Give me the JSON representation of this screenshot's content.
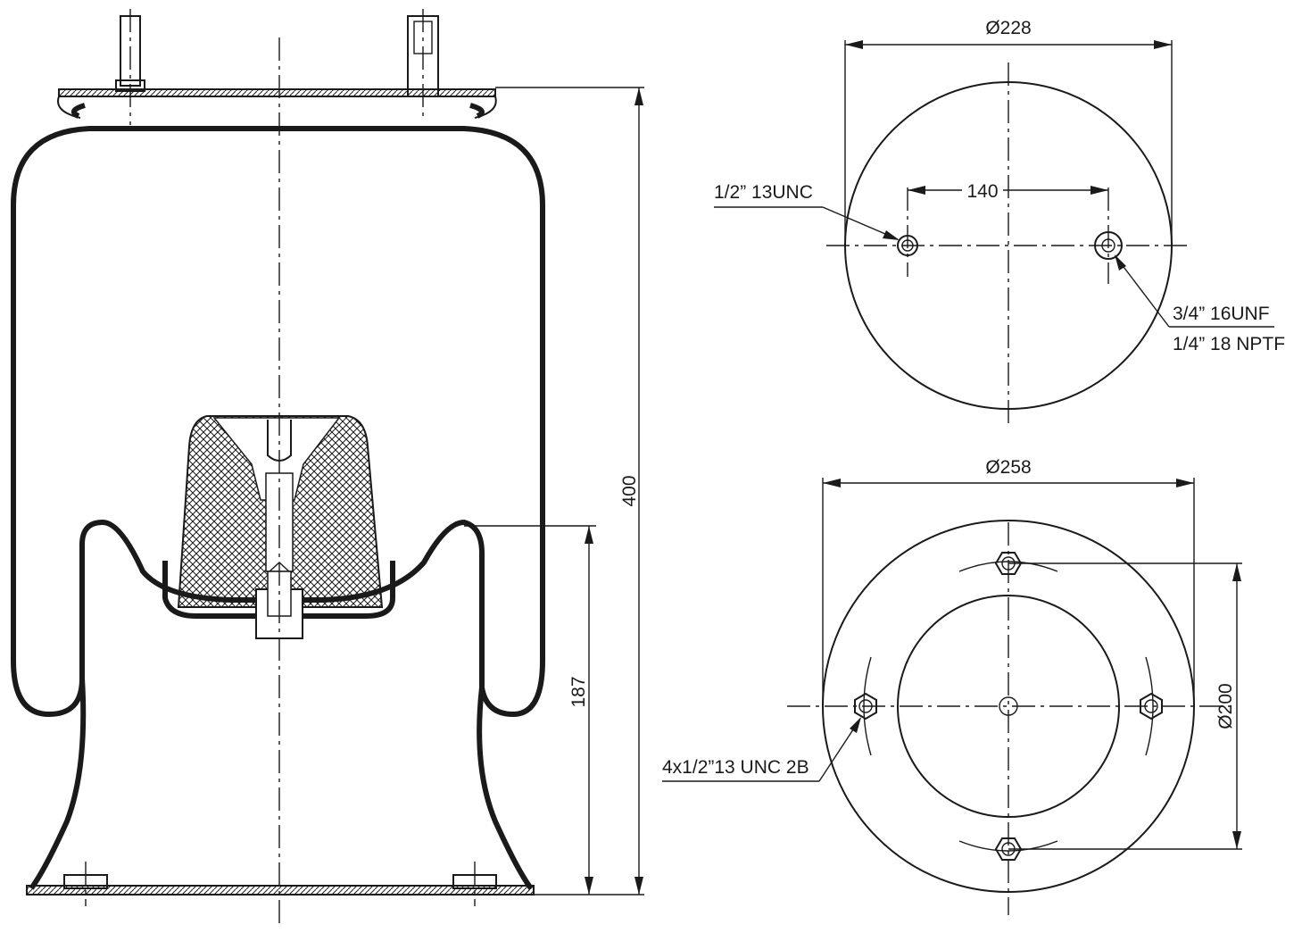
{
  "side_view": {
    "height_total": "400",
    "height_piston": "187"
  },
  "top_view": {
    "diameter": "Ø228",
    "stud_spacing": "140",
    "thread_left": "1/2” 13UNC",
    "thread_right_1": "3/4” 16UNF",
    "thread_right_2": "1/4” 18 NPTF"
  },
  "bottom_view": {
    "diameter": "Ø258",
    "bolt_circle": "Ø200",
    "holes": "4x1/2”13 UNC 2B"
  }
}
